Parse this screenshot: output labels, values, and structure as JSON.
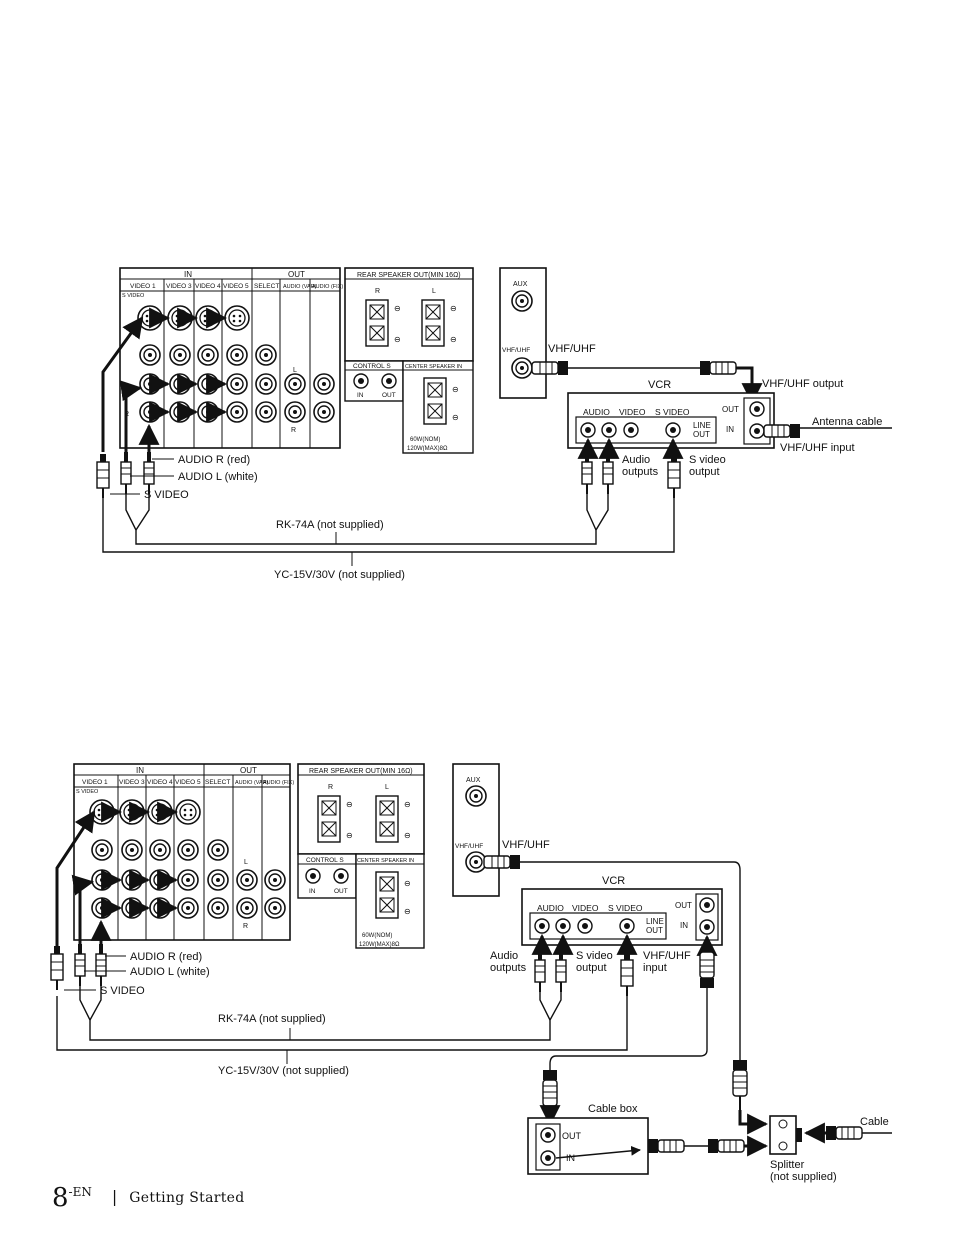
{
  "diagram1": {
    "panel": {
      "in": "IN",
      "out": "OUT",
      "video1": "VIDEO 1",
      "video3": "VIDEO 3",
      "video4": "VIDEO 4",
      "video5": "VIDEO 5",
      "select": "SELECT",
      "audio_var": "AUDIO (VAR)",
      "audio_fix": "AUDIO (FIX)",
      "s_video": "S VIDEO",
      "l": "L",
      "r": "R"
    },
    "speaker": {
      "rear": "REAR SPEAKER OUT(MIN 16Ω)",
      "r": "R",
      "l": "L",
      "control_s": "CONTROL S",
      "in": "IN",
      "out": "OUT",
      "center": "CENTER SPEAKER IN",
      "rating1": "60W(NOM)",
      "rating2": "120W(MAX)8Ω"
    },
    "tv": {
      "aux": "AUX",
      "vhf_uhf": "VHF/UHF"
    },
    "vhf_uhf_label": "VHF/UHF",
    "vcr": {
      "title": "VCR",
      "audio": "AUDIO",
      "video": "VIDEO",
      "s_video": "S VIDEO",
      "line": "LINE",
      "out_lbl": "OUT",
      "out": "OUT",
      "in": "IN"
    },
    "vhf_uhf_output": "VHF/UHF output",
    "antenna_cable": "Antenna cable",
    "vhf_uhf_input": "VHF/UHF input",
    "audio_r": "AUDIO R (red)",
    "audio_l": "AUDIO L (white)",
    "s_video": "S VIDEO",
    "audio_outputs_1": "Audio",
    "audio_outputs_2": "outputs",
    "s_video_output_1": "S video",
    "s_video_output_2": "output",
    "rk74a": "RK-74A (not supplied)",
    "yc15v": "YC-15V/30V (not supplied)"
  },
  "diagram2": {
    "vhf_uhf_label": "VHF/UHF",
    "vcr_title": "VCR",
    "audio_r": "AUDIO R (red)",
    "audio_l": "AUDIO L (white)",
    "s_video": "S VIDEO",
    "audio_outputs_1": "Audio",
    "audio_outputs_2": "outputs",
    "s_video_output_1": "S video",
    "s_video_output_2": "output",
    "vhf_uhf_input_1": "VHF/UHF",
    "vhf_uhf_input_2": "input",
    "rk74a": "RK-74A (not supplied)",
    "yc15v": "YC-15V/30V (not supplied)",
    "cable_box": "Cable box",
    "cb_out": "OUT",
    "cb_in": "IN",
    "cable": "Cable",
    "splitter_1": "Splitter",
    "splitter_2": "(not supplied)"
  },
  "footer": {
    "page": "8",
    "suffix": "-EN",
    "separator": "|",
    "section": "Getting Started"
  }
}
